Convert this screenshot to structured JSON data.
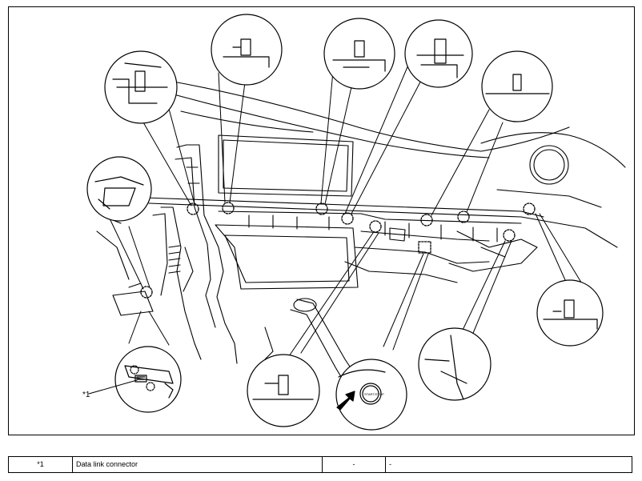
{
  "figure": {
    "callout_label": "*1",
    "button_text": "START/STOP"
  },
  "legend": {
    "rows": [
      {
        "code": "*1",
        "description": "Data link connector",
        "col3": "-",
        "col4": "-"
      }
    ]
  }
}
